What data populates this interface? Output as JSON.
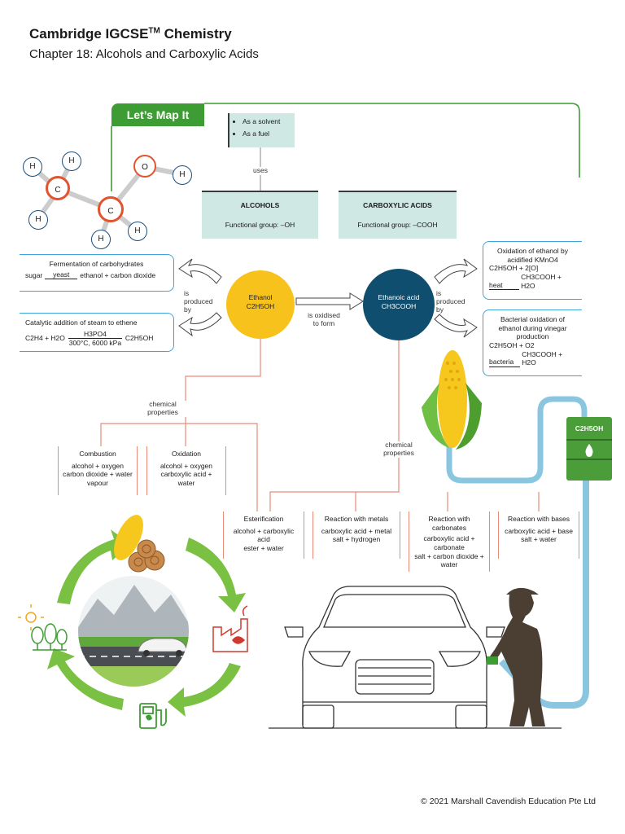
{
  "header": {
    "title": "Cambridge IGCSE",
    "title_sup": "TM",
    "title_suffix": " Chemistry",
    "subtitle": "Chapter 18: Alcohols and Carboxylic Acids"
  },
  "map_tag": "Let’s Map It",
  "uses": {
    "items": [
      "As a solvent",
      "As a fuel"
    ],
    "label": "uses"
  },
  "alcohols": {
    "title": "ALCOHOLS",
    "fg": "Functional group: –OH"
  },
  "carboxylic": {
    "title": "CARBOXYLIC ACIDS",
    "fg": "Functional group: –COOH"
  },
  "ethanol": {
    "name": "Ethanol",
    "formula": "C2H5OH"
  },
  "ethanoic": {
    "name": "Ethanoic acid",
    "formula": "CH3COOH"
  },
  "oxidised_label": "is oxidised\nto form",
  "produced_left": "is\nproduced\nby",
  "produced_right": "is\nproduced\nby",
  "fermentation": {
    "title": "Fermentation of carbohydrates",
    "condition": "yeast",
    "left": "sugar",
    "right": "ethanol  +  carbon dioxide"
  },
  "catalytic": {
    "title": "Catalytic addition of steam to ethene",
    "reactants": "C2H4  +  H2O",
    "catalyst": "H3PO4",
    "conditions": "300°C, 6000 kPa",
    "product": "C2H5OH"
  },
  "oxidation_kmno4": {
    "title": "Oxidation of ethanol by acidified KMnO4",
    "eq1": "C2H5OH + 2[O]",
    "condition": "heat",
    "product": "CH3COOH + H2O"
  },
  "bacterial": {
    "title": "Bacterial oxidation of ethanol during vinegar production",
    "eq1": "C2H5OH + O2",
    "condition": "bacteria",
    "product": "CH3COOH + H2O"
  },
  "chem_props_left": "chemical\nproperties",
  "chem_props_right": "chemical\nproperties",
  "alcohol_props": [
    {
      "title": "Combustion",
      "body": "alcohol + oxygen",
      "result": "carbon dioxide + water vapour"
    },
    {
      "title": "Oxidation",
      "body": "alcohol + oxygen",
      "result": "carboxylic acid + water"
    }
  ],
  "acid_props": [
    {
      "title": "Esterification",
      "body": "alcohol + carboxylic acid",
      "result": "ester + water"
    },
    {
      "title": "Reaction with metals",
      "body": "carboxylic acid + metal",
      "result": "salt + hydrogen"
    },
    {
      "title": "Reaction with carbonates",
      "body": "carboxylic acid + carbonate",
      "result": "salt + carbon dioxide + water"
    },
    {
      "title": "Reaction with bases",
      "body": "carboxylic acid + base",
      "result": "salt + water"
    }
  ],
  "molecule_atoms": [
    "H",
    "H",
    "C",
    "C",
    "O",
    "H",
    "H",
    "H",
    "H"
  ],
  "drum_label": "C2H5OH",
  "footer": "© 2021 Marshall Cavendish Education Pte Ltd",
  "colors": {
    "green": "#3e9c35",
    "teal": "#cfe8e4",
    "yellow": "#f7c21b",
    "navy": "#0f4e6e",
    "blue": "#3da5d9",
    "salmon": "#e98a7a",
    "cycle_green": "#7ac143"
  }
}
